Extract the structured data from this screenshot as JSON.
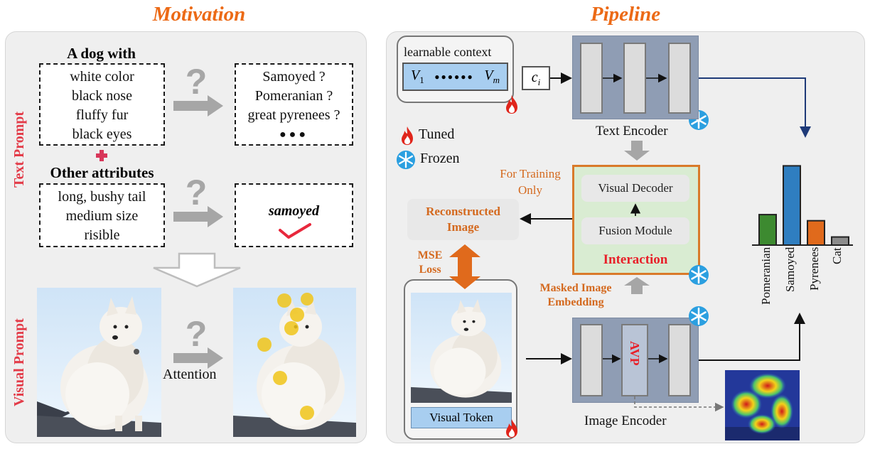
{
  "titles": {
    "motivation": "Motivation",
    "pipeline": "Pipeline"
  },
  "motivation": {
    "text_prompt_label": "Text Prompt",
    "visual_prompt_label": "Visual Prompt",
    "dog_with_heading": "A dog with",
    "attributes": [
      "white color",
      "black nose",
      "fluffy fur",
      "black eyes"
    ],
    "other_attributes_heading": "Other attributes",
    "other_attributes": [
      "long, bushy tail",
      "medium size",
      "risible"
    ],
    "candidates": [
      "Samoyed ?",
      "Pomeranian ?",
      "great pyrenees ?"
    ],
    "ellipsis": "●●●",
    "answer": "samoyed",
    "question_mark": "?",
    "attention_label": "Attention"
  },
  "pipeline": {
    "learnable_context_label": "learnable context",
    "v1": "V",
    "v1_sub": "1",
    "dots": "●●●●●●",
    "vm": "V",
    "vm_sub": "m",
    "ci": "c",
    "ci_sub": "i",
    "text_encoder_label": "Text Encoder",
    "image_encoder_label": "Image Encoder",
    "legend_tuned": "Tuned",
    "legend_frozen": "Frozen",
    "for_training_only": "For Training Only",
    "visual_decoder": "Visual Decoder",
    "fusion_module": "Fusion Module",
    "interaction": "Interaction",
    "reconstructed_image": "Reconstructed Image",
    "mse_loss": "MSE Loss",
    "masked_image_embedding": "Masked Image Embedding",
    "avp": "AVP",
    "visual_token": "Visual Token"
  },
  "colors": {
    "title_orange": "#ec6a16",
    "prompt_red": "#e33b48",
    "interaction_green": "#d9ecd2",
    "interaction_border": "#d97a2a",
    "encoder_blue": "#8f9db4",
    "context_blue": "#a8cef0"
  },
  "chart_data": {
    "type": "bar",
    "categories": [
      "Pomeranian",
      "Samoyed",
      "Pyrenees",
      "Cat"
    ],
    "values": [
      0.3,
      0.78,
      0.24,
      0.08
    ],
    "colors": [
      "#3d8a30",
      "#2f7ec0",
      "#e06a1c",
      "#8c8c8c"
    ],
    "title": "",
    "xlabel": "",
    "ylabel": ""
  }
}
